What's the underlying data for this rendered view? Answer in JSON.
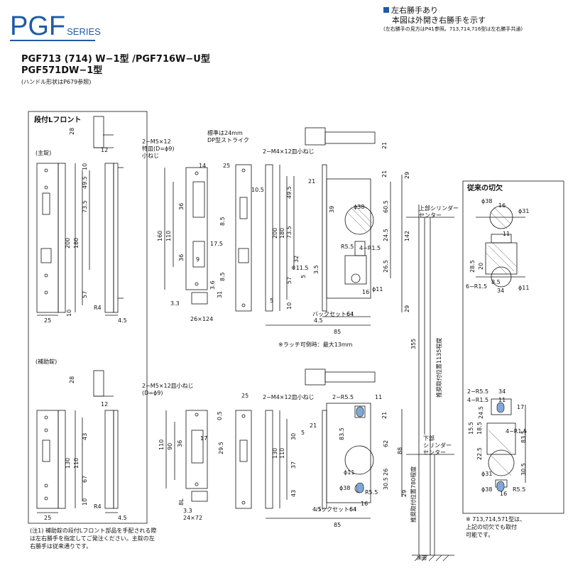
{
  "header": {
    "brand": "PGF",
    "brand_suffix": "SERIES",
    "note_line1": "左右勝手あり",
    "note_line2": "本図は外開き右勝手を示す",
    "note_line3": "(左右勝手の見方はP41参照。713,714,716型は左右勝手共通)"
  },
  "models": {
    "line1": "PGF713 (714) W−1型 /PGF716W−U型",
    "line2": "PGF571DW−1型",
    "handle_note": "(ハンドル形状はP679参照)"
  },
  "panel_left": {
    "title": "段付Lフロント",
    "main_label": "(主錠)",
    "aux_label": "(補助錠)",
    "dims_main": [
      "28",
      "12",
      "25",
      "4.5",
      "200",
      "180",
      "73.5",
      "49.5",
      "57",
      "10",
      "10",
      "R4"
    ],
    "dims_aux": [
      "28",
      "12",
      "25",
      "4.5",
      "130",
      "110",
      "43",
      "67",
      "10",
      "R4"
    ]
  },
  "drawing_main": {
    "screw_label": "2−M5×12\n特皿(D=ϕ9)\n小ねじ",
    "strike_label": "標準は24mm\nDP型ストライク",
    "screw2_label": "2−M4×12皿小ねじ",
    "dims": [
      "14",
      "25",
      "10.5",
      "21",
      "160",
      "110",
      "36",
      "36",
      "8.5",
      "17.5",
      "9",
      "3.6",
      "8.5",
      "3.3",
      "31",
      "26×124",
      "200",
      "180",
      "73.5",
      "49.5",
      "57",
      "10",
      "ϕ38",
      "60.5",
      "29",
      "142",
      "24.5",
      "4−R1.5",
      "R5.5",
      "26.5",
      "ϕ11",
      "5",
      "3.5",
      "16",
      "※11.5",
      "4.5",
      "64",
      "21",
      "85",
      "バックセット64",
      "21",
      "32",
      "5",
      "39",
      "29"
    ],
    "latch_note": "※ラッチ可倒時：最大13mm"
  },
  "drawing_aux": {
    "screw_label": "2−M5×12皿小ねじ\n(D=ϕ9)",
    "screw2_label": "2−M4×12皿小ねじ",
    "dims": [
      "25",
      "110",
      "90",
      "36",
      "17",
      "29.5",
      "8L",
      "3.3",
      "24×72",
      "130",
      "110",
      "30",
      "37",
      "43",
      "5",
      "ϕ11",
      "ϕ38",
      "2−R5.5",
      "11",
      "21",
      "83.5",
      "62",
      "88",
      "26",
      "30.5",
      "29",
      "16",
      "R5.5",
      "4.5",
      "64",
      "21",
      "85",
      "バックセット64",
      "0.5"
    ]
  },
  "vertical": {
    "upper_cyl": "上部シリンダー\nセンター",
    "lower_cyl": "下部\nシリンダー\nセンター",
    "rec_1135": "推奨取付位置1135程度",
    "rec_780": "推奨取付位置780程度",
    "dim_355": "355",
    "floor": "床面"
  },
  "panel_right": {
    "title": "従来の切欠",
    "dims_top": [
      "ϕ38",
      "16",
      "ϕ31",
      "11",
      "28.5",
      "20",
      "34",
      "6−R1.5",
      "ϕ11",
      "8.5"
    ],
    "dims_bottom": [
      "2−R5.5",
      "34",
      "4−R1.5",
      "11",
      "24.5",
      "15.5",
      "18.5",
      "22.5",
      "4−R1.5",
      "83.5",
      "ϕ31",
      "30.5",
      "ϕ38",
      "16",
      "R5.5",
      "17"
    ],
    "note": "※ 713,714,571型は、\n上記の切欠でも取付\n可能です。"
  },
  "footnote": "(注1) 補助錠の段付Lフロント部品を手配される際は左右勝手を指定してご発注ください。主錠の左右勝手は従来通りです。",
  "colors": {
    "brand": "#1f5aa8",
    "highlight": "#7fa8d8"
  }
}
